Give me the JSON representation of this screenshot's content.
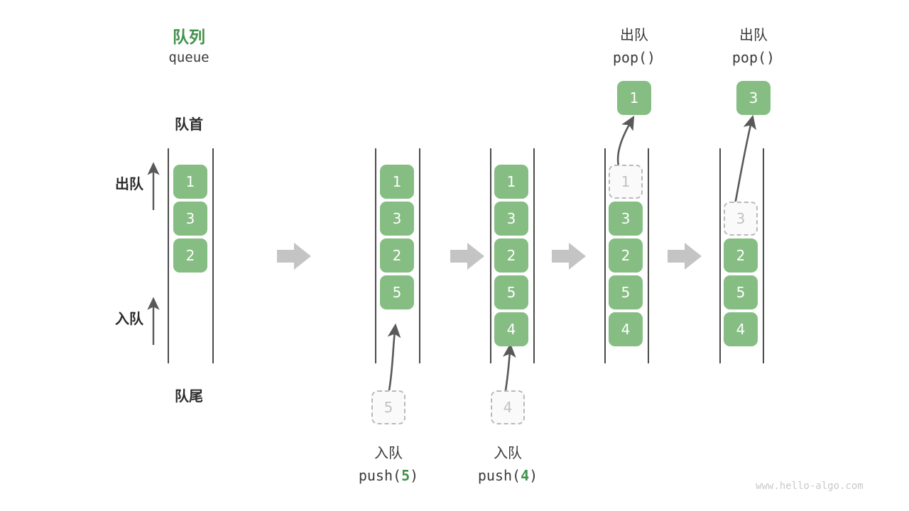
{
  "diagram": {
    "title_cn": "队列",
    "title_en": "queue",
    "head_label": "队首",
    "tail_label": "队尾",
    "dequeue_label": "出队",
    "enqueue_label": "入队",
    "accent_green": "#3f9248",
    "cell_green": "#85bd82",
    "ghost_gray": "#b9b9b9",
    "arrow_gray": "#c4c4c4",
    "rail_gray": "#4a4a4a",
    "watermark": "www.hello-algo.com"
  },
  "stages": [
    {
      "id": "initial",
      "caption_cn": "",
      "caption_code": "",
      "cells": [
        {
          "value": "1",
          "state": "filled"
        },
        {
          "value": "3",
          "state": "filled"
        },
        {
          "value": "2",
          "state": "filled"
        }
      ]
    },
    {
      "id": "push-5",
      "caption_cn": "入队",
      "caption_code_prefix": "push(",
      "caption_code_num": "5",
      "caption_code_suffix": ")",
      "incoming_value": "5",
      "cells": [
        {
          "value": "1",
          "state": "filled"
        },
        {
          "value": "3",
          "state": "filled"
        },
        {
          "value": "2",
          "state": "filled"
        },
        {
          "value": "5",
          "state": "filled"
        }
      ]
    },
    {
      "id": "push-4",
      "caption_cn": "入队",
      "caption_code_prefix": "push(",
      "caption_code_num": "4",
      "caption_code_suffix": ")",
      "incoming_value": "4",
      "cells": [
        {
          "value": "1",
          "state": "filled"
        },
        {
          "value": "3",
          "state": "filled"
        },
        {
          "value": "2",
          "state": "filled"
        },
        {
          "value": "5",
          "state": "filled"
        },
        {
          "value": "4",
          "state": "filled"
        }
      ]
    },
    {
      "id": "pop-1",
      "caption_cn": "出队",
      "caption_code": "pop()",
      "popped_value": "1",
      "cells": [
        {
          "value": "1",
          "state": "ghost"
        },
        {
          "value": "3",
          "state": "filled"
        },
        {
          "value": "2",
          "state": "filled"
        },
        {
          "value": "5",
          "state": "filled"
        },
        {
          "value": "4",
          "state": "filled"
        }
      ]
    },
    {
      "id": "pop-3",
      "caption_cn": "出队",
      "caption_code": "pop()",
      "popped_value": "3",
      "cells": [
        {
          "value": "",
          "state": "empty"
        },
        {
          "value": "3",
          "state": "ghost"
        },
        {
          "value": "2",
          "state": "filled"
        },
        {
          "value": "5",
          "state": "filled"
        },
        {
          "value": "4",
          "state": "filled"
        }
      ]
    }
  ]
}
